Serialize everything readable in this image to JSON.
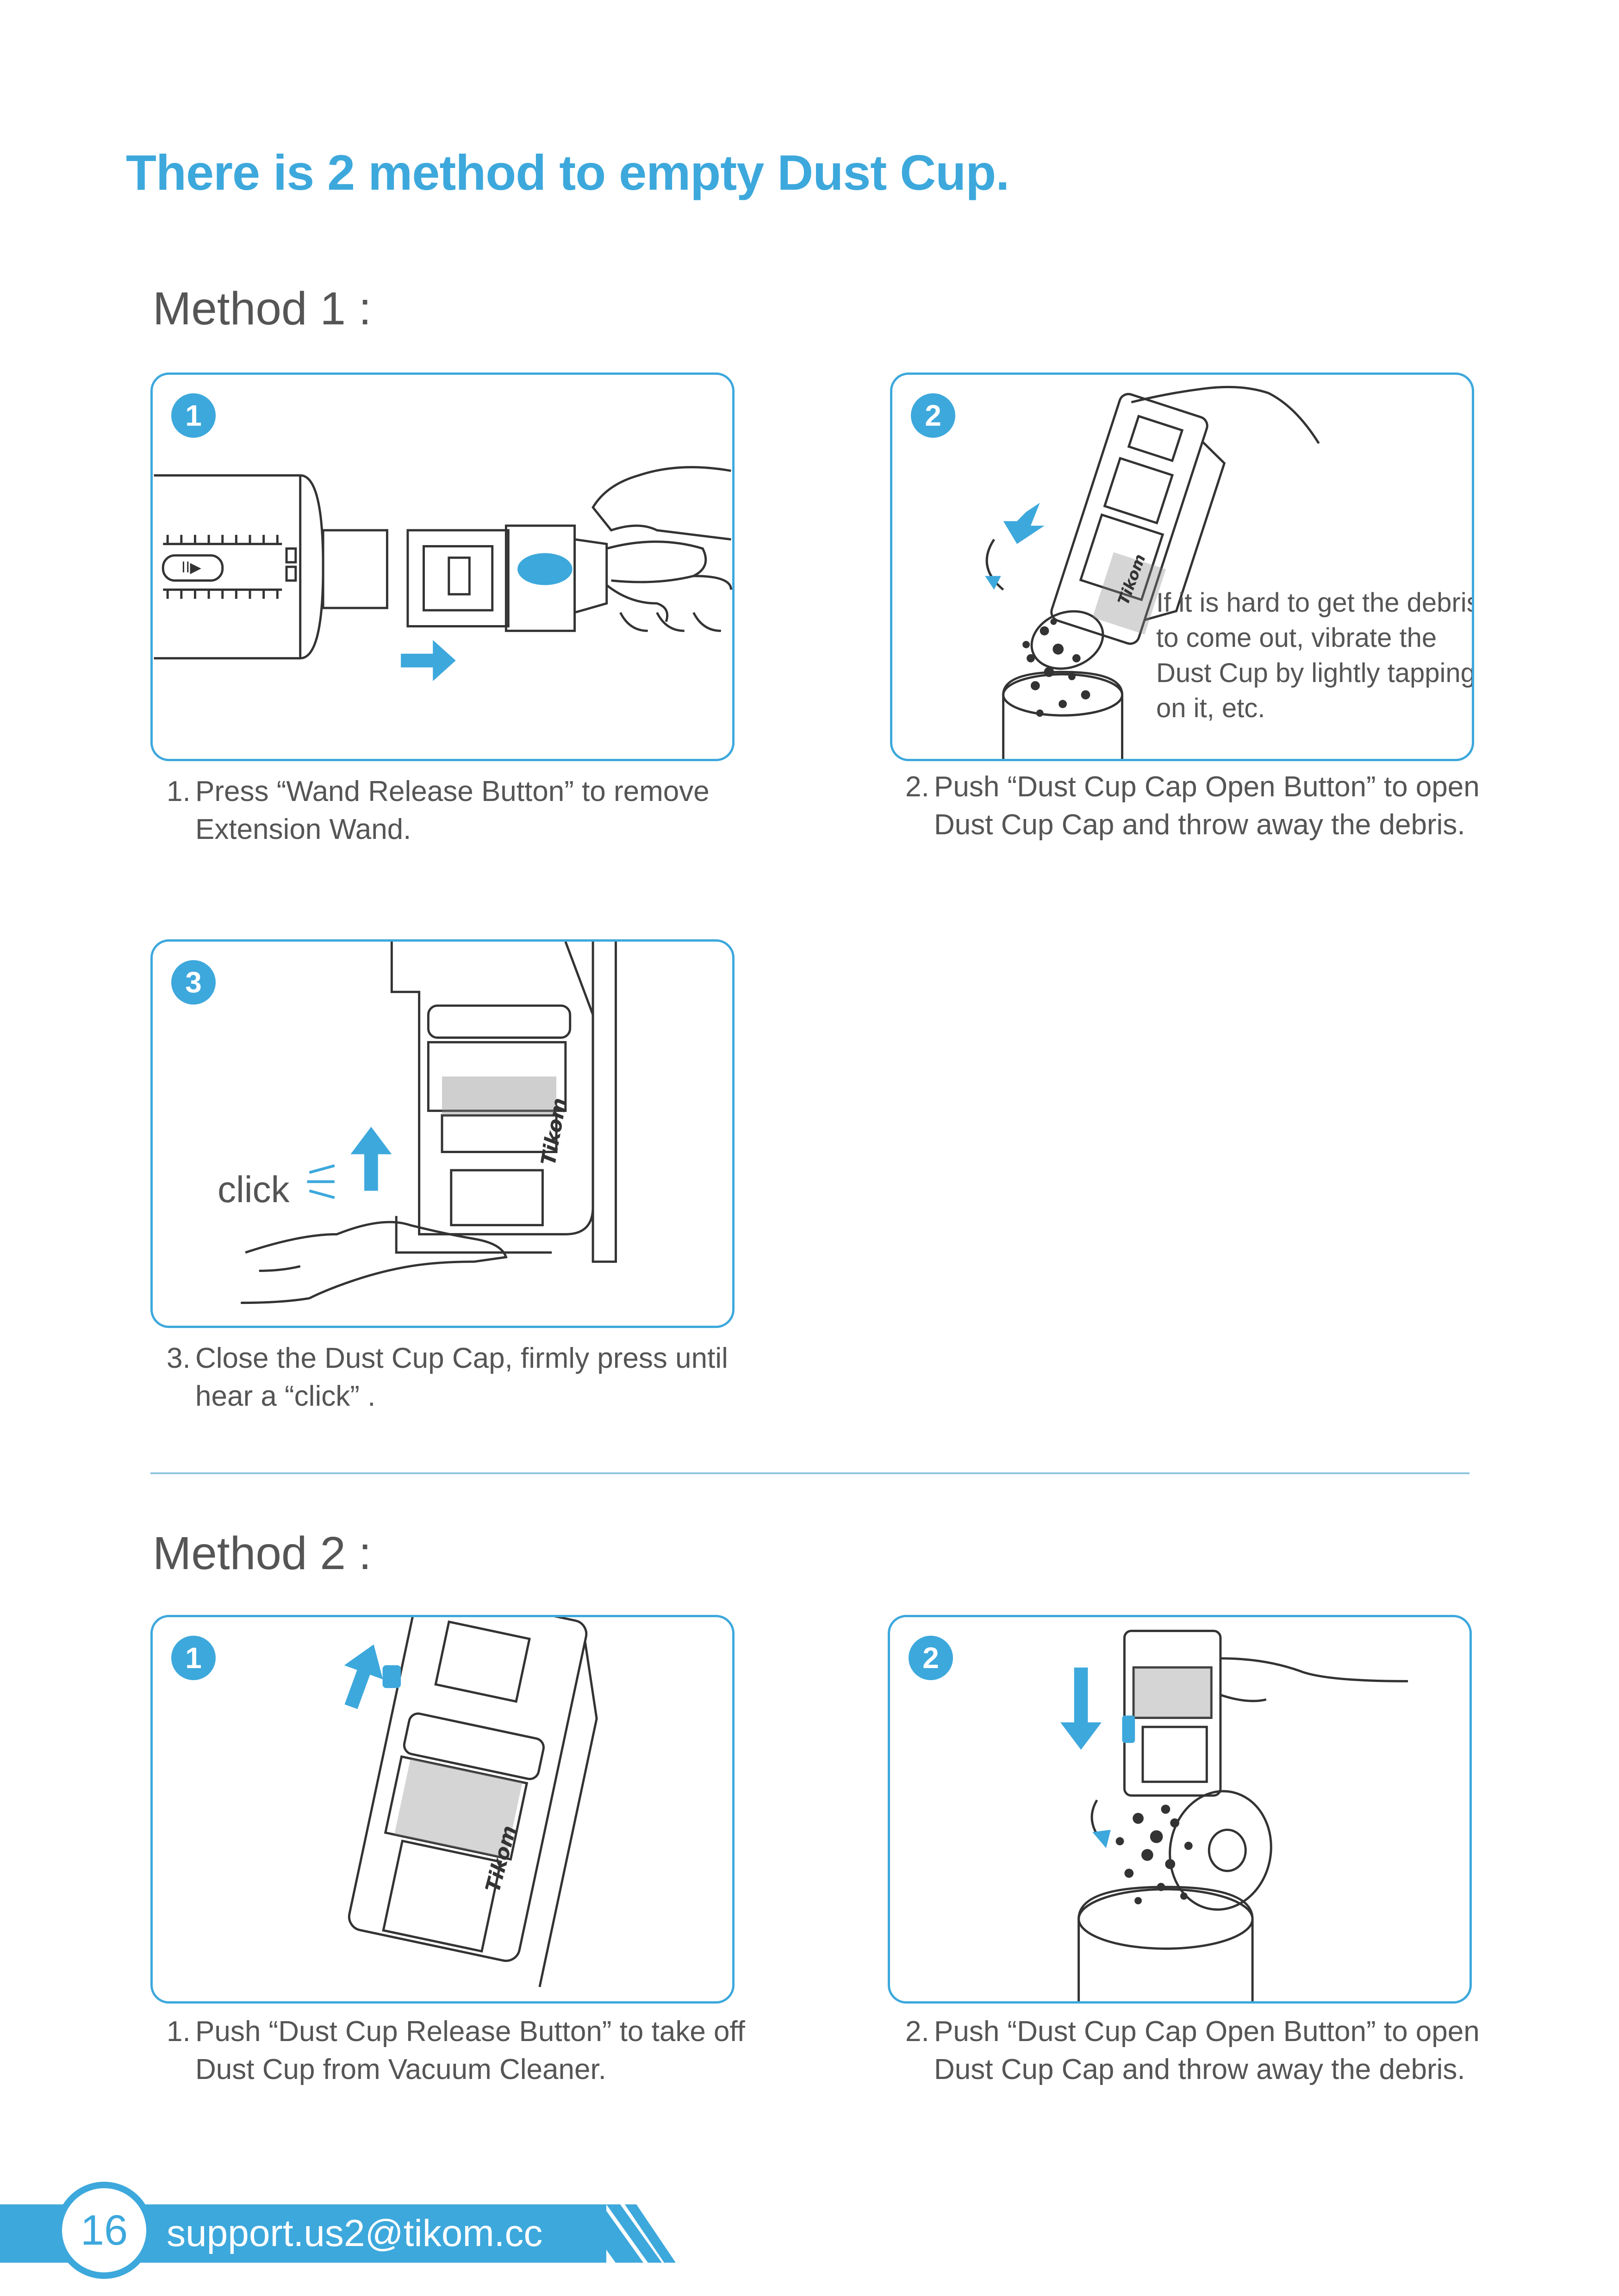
{
  "colors": {
    "accent": "#3da8dc",
    "divider": "#8fc6e0",
    "text": "#555555"
  },
  "title": "There is 2 method to empty Dust Cup.",
  "method1": {
    "heading": "Method 1 :",
    "steps": [
      {
        "badge": "1",
        "num": "1.",
        "text": "Press “Wand Release Button” to remove Extension Wand."
      },
      {
        "badge": "2",
        "num": "2.",
        "text": "Push “Dust Cup Cap Open Button” to open Dust Cup Cap and throw away the debris.",
        "note": "If it is hard to get the debris to come out, vibrate the Dust Cup by lightly tapping on it, etc."
      },
      {
        "badge": "3",
        "num": "3.",
        "text": "Close the Dust Cup Cap, firmly press until hear a “click” .",
        "click_label": "click",
        "brand": "Tikom"
      }
    ],
    "brand_step2": "Tikom"
  },
  "method2": {
    "heading": "Method 2 :",
    "steps": [
      {
        "badge": "1",
        "num": "1.",
        "text": "Push “Dust Cup Release Button” to take off Dust Cup from Vacuum Cleaner.",
        "brand": "Tikom"
      },
      {
        "badge": "2",
        "num": "2.",
        "text": "Push “Dust Cup Cap Open Button” to open Dust Cup Cap and throw away the debris."
      }
    ]
  },
  "footer": {
    "page_number": "16",
    "email": "support.us2@tikom.cc"
  }
}
